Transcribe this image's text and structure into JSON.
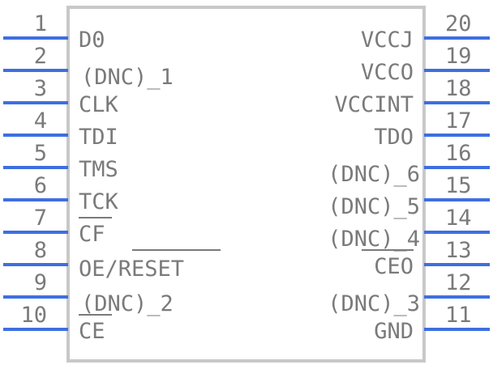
{
  "component": {
    "body_color": "#c8c8c8",
    "pin_color": "#3e6fe0",
    "text_color": "#7a7a7a",
    "left_pins": [
      {
        "number": "1",
        "label": "D0"
      },
      {
        "number": "2",
        "label": "(DNC)_1"
      },
      {
        "number": "3",
        "label": "CLK"
      },
      {
        "number": "4",
        "label": "TDI"
      },
      {
        "number": "5",
        "label": "TMS"
      },
      {
        "number": "6",
        "label": "TCK"
      },
      {
        "number": "7",
        "label": "CF"
      },
      {
        "number": "8",
        "label": "OE/RESET"
      },
      {
        "number": "9",
        "label": "(DNC)_2"
      },
      {
        "number": "10",
        "label": "CE"
      }
    ],
    "right_pins": [
      {
        "number": "20",
        "label": "VCCJ"
      },
      {
        "number": "19",
        "label": "VCCO"
      },
      {
        "number": "18",
        "label": "VCCINT"
      },
      {
        "number": "17",
        "label": "TDO"
      },
      {
        "number": "16",
        "label": "(DNC)_6"
      },
      {
        "number": "15",
        "label": "(DNC)_5"
      },
      {
        "number": "14",
        "label": "(DNC)_4"
      },
      {
        "number": "13",
        "label": "CEO"
      },
      {
        "number": "12",
        "label": "(DNC)_3"
      },
      {
        "number": "11",
        "label": "GND"
      }
    ]
  }
}
